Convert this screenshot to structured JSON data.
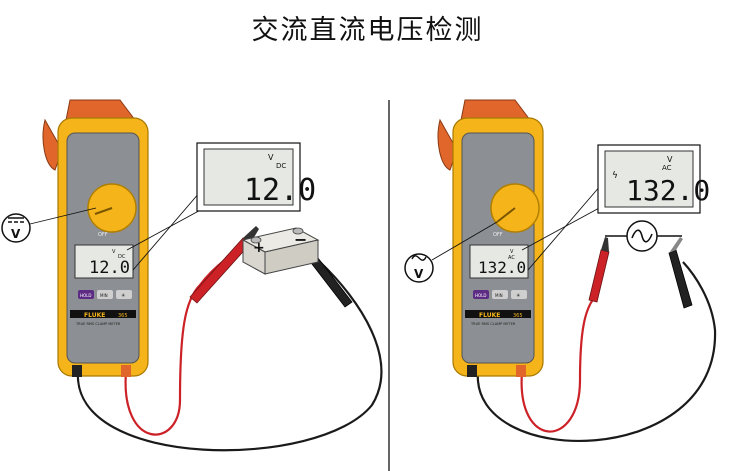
{
  "title": "交流直流电压检测",
  "left": {
    "symbol_unit": "V",
    "zoom_reading": "12.0",
    "zoom_unit": "V",
    "zoom_mode": "DC",
    "meter_reading": "12.0",
    "meter_unit": "V",
    "meter_mode": "DC",
    "battery_plus": "+",
    "battery_minus": "−"
  },
  "right": {
    "symbol_unit": "V",
    "zoom_reading": "132.0",
    "zoom_unit": "V",
    "zoom_mode": "AC",
    "meter_reading": "132.0",
    "meter_unit": "V",
    "meter_mode": "AC",
    "source_symbol": "~"
  },
  "meter": {
    "brand": "FLUKE",
    "model": "365",
    "subtitle": "TRUE RMS CLAMP METER",
    "off_label": "OFF",
    "button_hold": "HOLD",
    "button_min": "MIN",
    "button_light": "☀"
  },
  "colors": {
    "meter_body": "#f5b41a",
    "meter_face": "#8c8f93",
    "lcd_bg": "#e6e8e4",
    "lead_red": "#cc2127",
    "lead_black": "#1a1a1a",
    "probe_orange": "#e1662b"
  }
}
